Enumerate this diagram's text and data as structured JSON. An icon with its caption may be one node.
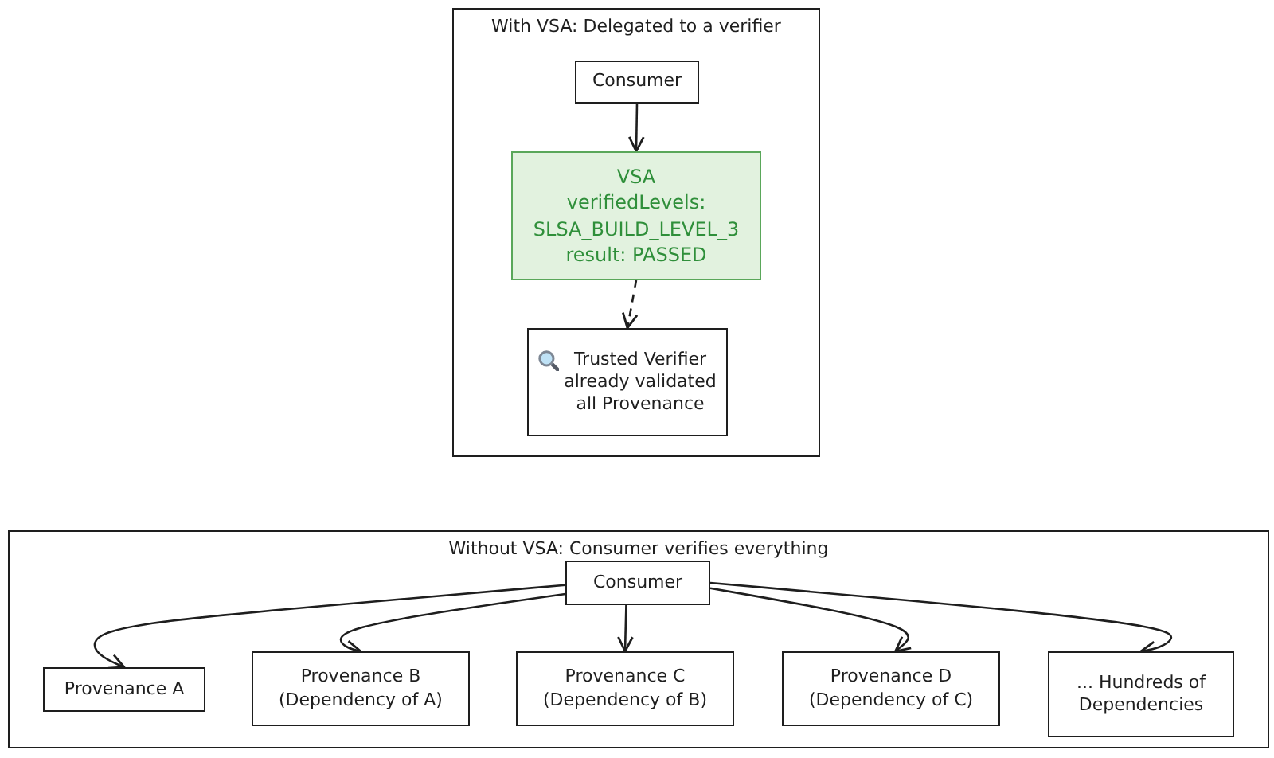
{
  "diagram": {
    "nodes": [
      {
        "text": [
          "With VSA: Delegated to a verifier"
        ]
      },
      {
        "text": [
          "Consumer"
        ],
        "in": 0
      },
      {
        "text": [
          "VSA",
          "verifiedLevels: SLSA_BUILD_LEVEL_3",
          "result: PASSED"
        ],
        "in": 0
      },
      {
        "text": [
          "Trusted Verifier already validated all Provenance"
        ],
        "in": 0
      },
      {
        "text": [
          "Without VSA: Consumer verifies everything"
        ]
      },
      {
        "text": [
          "Consumer"
        ],
        "in": 4
      },
      {
        "text": [
          "Provenance A"
        ],
        "in": 4
      },
      {
        "text": [
          "Provenance B (Dependency of A)"
        ],
        "in": 4
      },
      {
        "text": [
          "Provenance C (Dependency of B)"
        ],
        "in": 4
      },
      {
        "text": [
          "Provenance D (Dependency of C)"
        ],
        "in": 4
      },
      {
        "text": [
          "... Hundreds of Dependencies"
        ],
        "in": 4
      }
    ],
    "edges": [
      {
        "from": 1,
        "to": 2,
        "arrow": "to"
      },
      {
        "from": 2,
        "to": 3,
        "arrow": "to",
        "style": "dashed"
      },
      {
        "from": 5,
        "to": 6,
        "arrow": "to"
      },
      {
        "from": 5,
        "to": 7,
        "arrow": "to"
      },
      {
        "from": 5,
        "to": 8,
        "arrow": "to"
      },
      {
        "from": 5,
        "to": 9,
        "arrow": "to"
      },
      {
        "from": 5,
        "to": 10,
        "arrow": "to"
      }
    ]
  }
}
